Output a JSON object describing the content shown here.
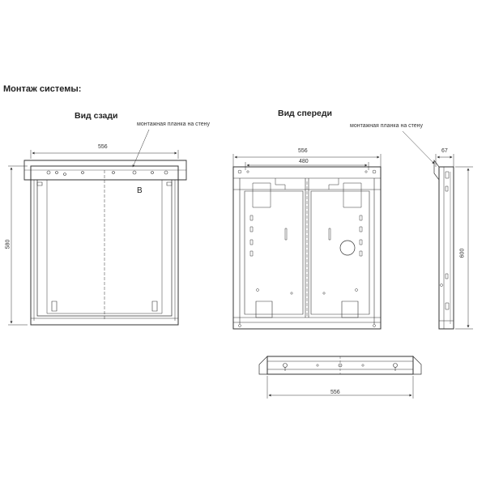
{
  "heading": "Монтаж системы:",
  "rear_view": {
    "title": "Вид сзади",
    "note": "монтажная планка на стену",
    "width_dim": "556",
    "height_dim": "580",
    "marker": "B"
  },
  "front_view": {
    "title": "Вид спереди",
    "outer_width_dim": "556",
    "inner_width_dim": "480"
  },
  "side_view": {
    "note": "монтажная планка на стену",
    "depth_dim": "67",
    "height_dim": "600"
  },
  "bottom_view": {
    "width_dim": "556"
  }
}
